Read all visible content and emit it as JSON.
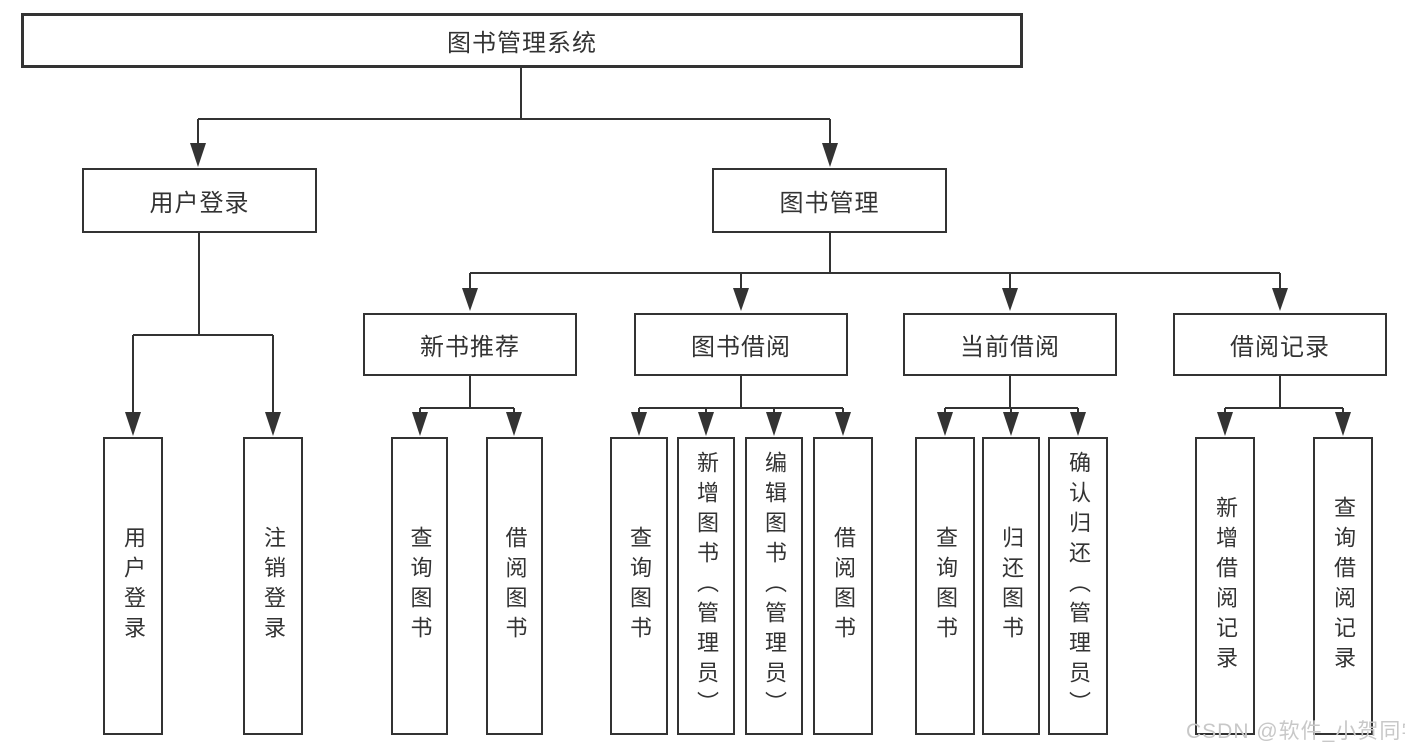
{
  "tree": {
    "label": "图书管理系统",
    "children": [
      {
        "label": "用户登录",
        "children": [
          {
            "label": "用户登录"
          },
          {
            "label": "注销登录"
          }
        ]
      },
      {
        "label": "图书管理",
        "children": [
          {
            "label": "新书推荐",
            "children": [
              {
                "label": "查询图书"
              },
              {
                "label": "借阅图书"
              }
            ]
          },
          {
            "label": "图书借阅",
            "children": [
              {
                "label": "查询图书"
              },
              {
                "label": "新增图书（管理员）"
              },
              {
                "label": "编辑图书（管理员）"
              },
              {
                "label": "借阅图书"
              }
            ]
          },
          {
            "label": "当前借阅",
            "children": [
              {
                "label": "查询图书"
              },
              {
                "label": "归还图书"
              },
              {
                "label": "确认归还（管理员）"
              }
            ]
          },
          {
            "label": "借阅记录",
            "children": [
              {
                "label": "新增借阅记录"
              },
              {
                "label": "查询借阅记录"
              }
            ]
          }
        ]
      }
    ]
  },
  "watermark": {
    "text": "CSDN @软件_小贺同学"
  },
  "colors": {
    "line": "#333333",
    "box_border": "#333333",
    "text": "#333333",
    "background": "#ffffff",
    "watermark": "#c8c8c8"
  }
}
